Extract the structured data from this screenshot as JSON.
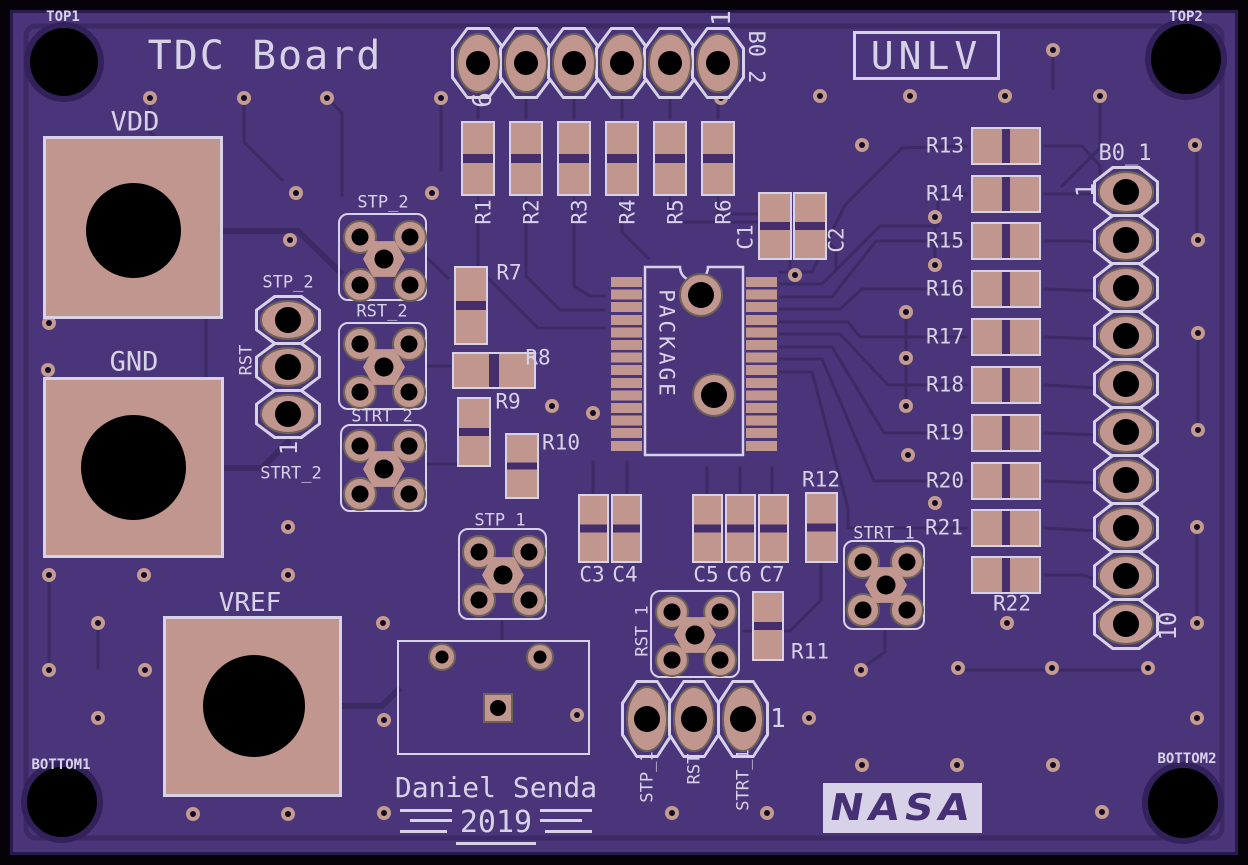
{
  "title": "TDC Board",
  "corner_labels": {
    "top1": "TOP1",
    "top2": "TOP2",
    "bottom1": "BOTTOM1",
    "bottom2": "BOTTOM2"
  },
  "logos": {
    "unlv": "UNLV",
    "nasa": "NASA"
  },
  "credit": {
    "author": "Daniel Senda",
    "year": "2019"
  },
  "power_pads": {
    "vdd": "VDD",
    "gnd": "GND",
    "vref": "VREF"
  },
  "ic": {
    "label": "PACKAGE"
  },
  "headers": {
    "b0_2": {
      "label": "B0_2",
      "pin1": "1",
      "pin6": "6"
    },
    "b0_1": {
      "label": "B0_1",
      "pin1": "1",
      "pin10": "10"
    },
    "left": {
      "top": "STP_2",
      "side": "RST",
      "pin1": "1",
      "bottom": "STRT_2"
    },
    "bottom": {
      "pins": [
        "STP_1",
        "RST",
        "STRT_1"
      ],
      "pin1": "1"
    }
  },
  "connectors": {
    "stp_2": "STP_2",
    "rst_2": "RST_2",
    "strt_2": "STRT_2",
    "stp_1": "STP_1",
    "rst_1": "RST_1",
    "strt_1": "STRT_1"
  },
  "resistors": {
    "r1": "R1",
    "r2": "R2",
    "r3": "R3",
    "r4": "R4",
    "r5": "R5",
    "r6": "R6",
    "r7": "R7",
    "r8": "R8",
    "r9": "R9",
    "r10": "R10",
    "r11": "R11",
    "r12": "R12",
    "r13": "R13",
    "r14": "R14",
    "r15": "R15",
    "r16": "R16",
    "r17": "R17",
    "r18": "R18",
    "r19": "R19",
    "r20": "R20",
    "r21": "R21",
    "r22": "R22"
  },
  "capacitors": {
    "c1": "C1",
    "c2": "C2",
    "c3": "C3",
    "c4": "C4",
    "c5": "C5",
    "c6": "C6",
    "c7": "C7"
  },
  "colors": {
    "board": "#4a357a",
    "trace": "#3b2a64",
    "copper": "#c0968e",
    "silkscreen": "#d8d2e8"
  }
}
